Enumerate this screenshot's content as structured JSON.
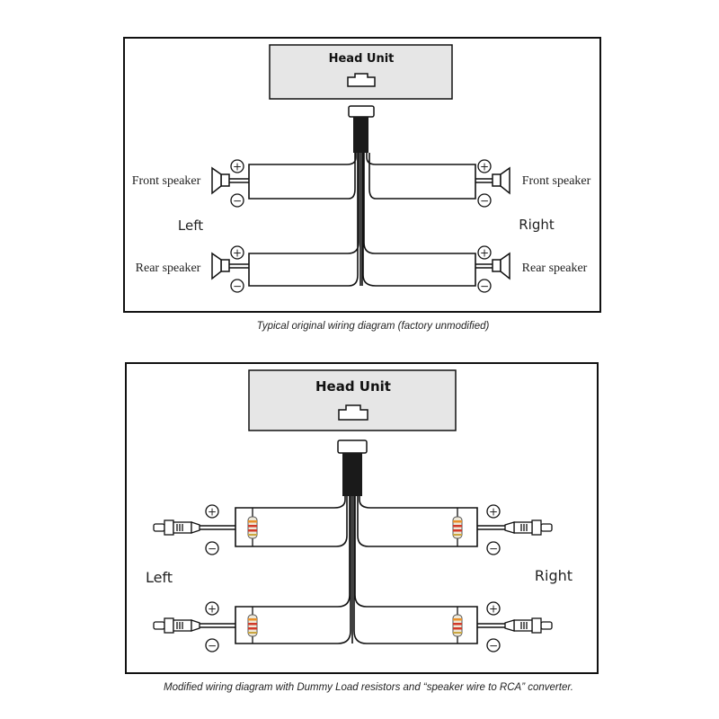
{
  "top": {
    "head_unit": "Head Unit",
    "front_left_label": "Front speaker",
    "front_right_label": "Front speaker",
    "rear_left_label": "Rear speaker",
    "rear_right_label": "Rear speaker",
    "left_label": "Left",
    "right_label": "Right",
    "plus": "+",
    "minus": "−",
    "caption": "Typical original wiring diagram (factory unmodified)"
  },
  "bottom": {
    "head_unit": "Head Unit",
    "left_label": "Left",
    "right_label": "Right",
    "plus": "+",
    "minus": "−",
    "caption": "Modified wiring diagram with Dummy Load resistors and “speaker wire to RCA” converter."
  },
  "colors": {
    "panel_fill": "#e6e6e6",
    "line": "#111111",
    "resistor_body": "#eee8d8",
    "band_red": "#d23a2a",
    "band_orange": "#e8902a",
    "band_gold": "#c9a640"
  }
}
